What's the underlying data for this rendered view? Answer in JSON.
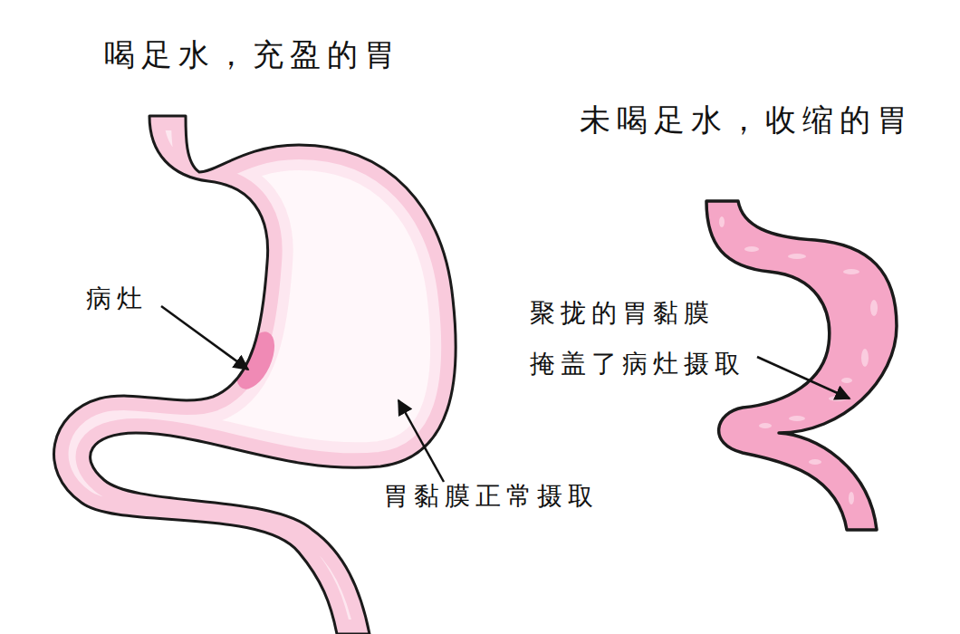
{
  "diagram": {
    "labels": [
      "喝足水，充盈的胃",
      "未喝足水，收缩的胃",
      "病灶",
      "胃黏膜正常摄取",
      "聚拢的胃黏膜 掩盖了病灶摄取"
    ]
  }
}
